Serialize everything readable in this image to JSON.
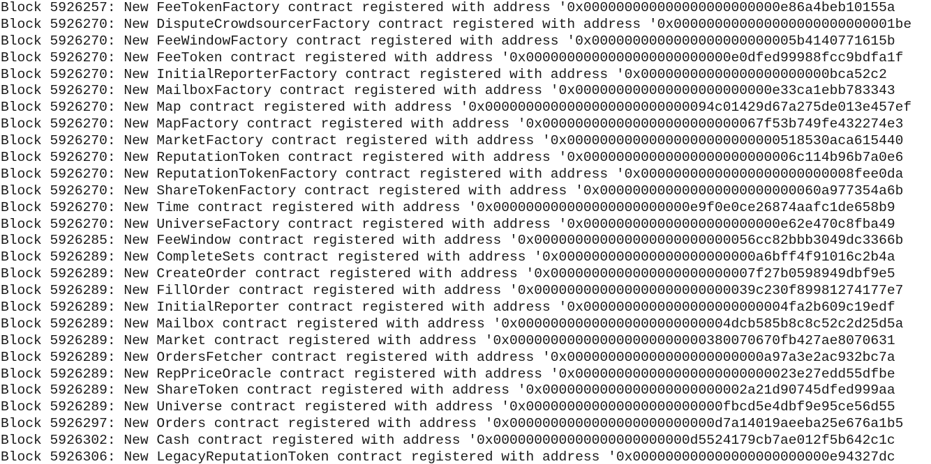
{
  "log": {
    "lines": [
      "Block 5926257: New FeeTokenFactory contract registered with address '0x000000000000000000000000e86a4beb10155a",
      "Block 5926270: New DisputeCrowdsourcerFactory contract registered with address '0x000000000000000000000000001be",
      "Block 5926270: New FeeWindowFactory contract registered with address '0x0000000000000000000000005b4140771615b",
      "Block 5926270: New FeeToken contract registered with address '0x0000000000000000000000000e0dfed99988fcc9bdfa1f",
      "Block 5926270: New InitialReporterFactory contract registered with address '0x00000000000000000000000bca52c2",
      "Block 5926270: New MailboxFactory contract registered with address '0x000000000000000000000000e33ca1ebb783343",
      "Block 5926270: New Map contract registered with address '0x0000000000000000000000000094c01429d67a275de013e457ef",
      "Block 5926270: New MapFactory contract registered with address '0x000000000000000000000000067f53b749fe432274e3",
      "Block 5926270: New MarketFactory contract registered with address '0x00000000000000000000000000518530aca615440",
      "Block 5926270: New ReputationToken contract registered with address '0x00000000000000000000000006c114b96b7a0e6",
      "Block 5926270: New ReputationTokenFactory contract registered with address '0x00000000000000000000000008fee0da",
      "Block 5926270: New ShareTokenFactory contract registered with address '0x000000000000000000000000060a977354a6b",
      "Block 5926270: New Time contract registered with address '0x000000000000000000000000e9f0e0ce26874aafc1de658b9",
      "Block 5926270: New UniverseFactory contract registered with address '0x000000000000000000000000e62e470c8fba49",
      "Block 5926285: New FeeWindow contract registered with address '0x000000000000000000000000056cc82bbb3049dc3366b",
      "Block 5926289: New CompleteSets contract registered with address '0x000000000000000000000000a6bff4f91016c2b4a",
      "Block 5926289: New CreateOrder contract registered with address '0x0000000000000000000000007f27b0598949dbf9e5",
      "Block 5926289: New FillOrder contract registered with address '0x000000000000000000000000039c230f89981274177e7",
      "Block 5926289: New InitialReporter contract registered with address '0x0000000000000000000000004fa2b609c19edf",
      "Block 5926289: New Mailbox contract registered with address '0x00000000000000000000000004dcb585b8c8c52c2d25d5a",
      "Block 5926289: New Market contract registered with address '0x000000000000000000000000380070670fb427ae8070631",
      "Block 5926289: New OrdersFetcher contract registered with address '0x000000000000000000000000a97a3e2ac932bc7a",
      "Block 5926289: New RepPriceOracle contract registered with address '0x000000000000000000000000023e27edd55dfbe",
      "Block 5926289: New ShareToken contract registered with address '0x0000000000000000000000002a21d90745dfed999aa",
      "Block 5926289: New Universe contract registered with address '0x000000000000000000000000fbcd5e4dbf9e95ce56d55",
      "Block 5926297: New Orders contract registered with address '0x0000000000000000000000000d7a14019aeeba25e676a1b5",
      "Block 5926302: New Cash contract registered with address '0x000000000000000000000000d5524179cb7ae012f5b642c1c",
      "Block 5926306: New LegacyReputationToken contract registered with address '0x000000000000000000000000e94327dc"
    ]
  }
}
